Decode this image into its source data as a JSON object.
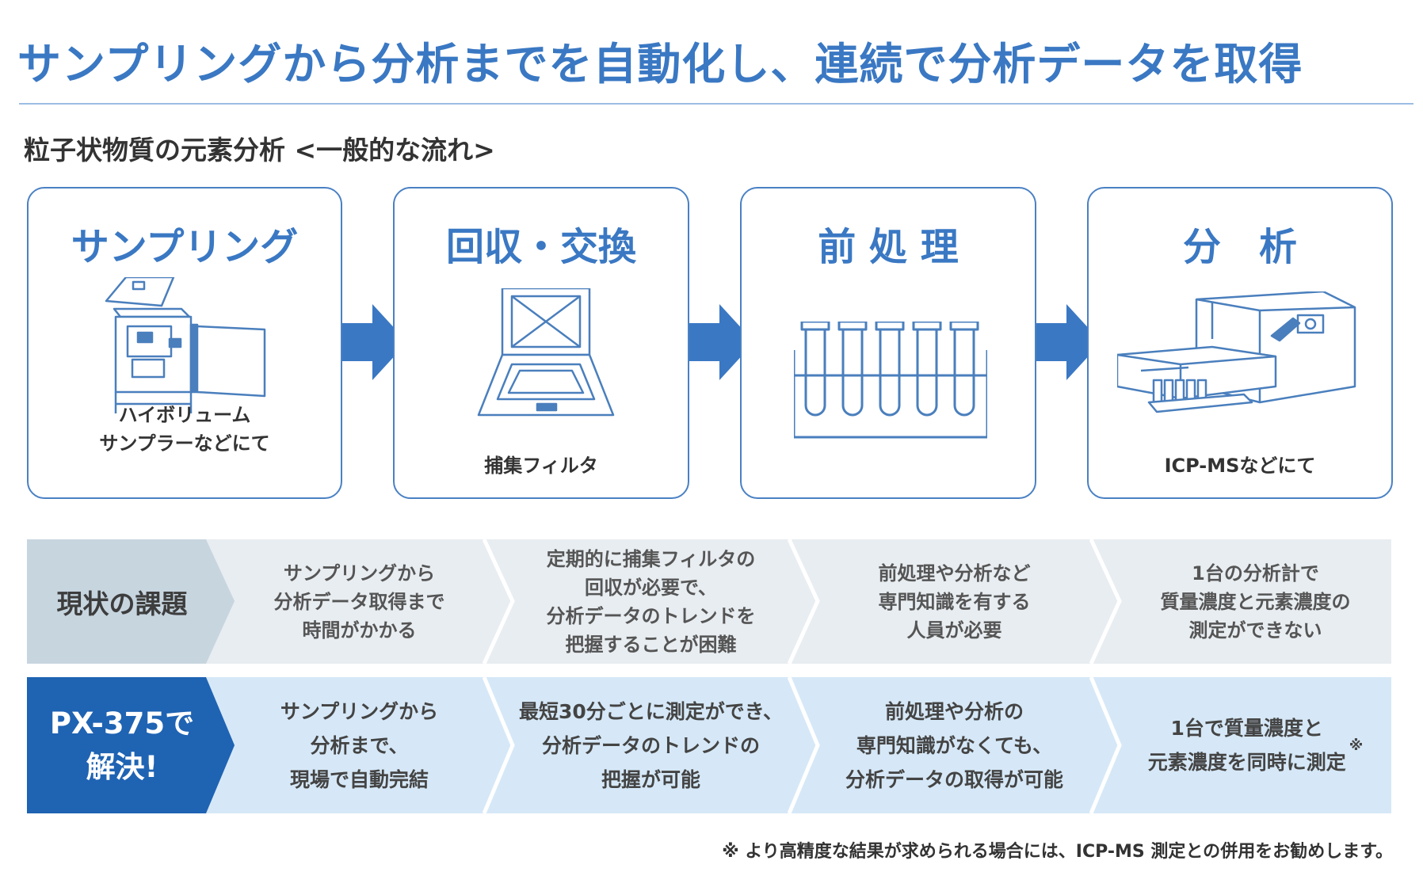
{
  "page": {
    "title": "サンプリングから分析までを自動化し、連続で分析データを取得",
    "subtitle": "粒子状物質の元素分析 <一般的な流れ>"
  },
  "flow": {
    "steps": [
      {
        "title": "サンプリング",
        "caption": "ハイボリューム\nサンプラーなどにて",
        "icon": "high-volume-sampler-icon"
      },
      {
        "title": "回収・交換",
        "caption": "捕集フィルタ",
        "icon": "filter-holder-icon"
      },
      {
        "title": "前 処 理",
        "caption": "",
        "icon": "test-tubes-icon"
      },
      {
        "title": "分　析",
        "caption": "ICP-MSなどにて",
        "icon": "icp-ms-instrument-icon"
      }
    ]
  },
  "issues": {
    "label": "現状の課題",
    "cells": [
      "サンプリングから\n分析データ取得まで\n時間がかかる",
      "定期的に捕集フィルタの\n回収が必要で、\n分析データのトレンドを\n把握することが困難",
      "前処理や分析など\n専門知識を有する\n人員が必要",
      "1台の分析計で\n質量濃度と元素濃度の\n測定ができない"
    ]
  },
  "solutions": {
    "label": "PX-375で\n解決!",
    "cells": [
      "サンプリングから\n分析まで、\n現場で自動完結",
      "最短30分ごとに測定ができ、\n分析データのトレンドの\n把握が可能",
      "前処理や分析の\n専門知識がなくても、\n分析データの取得が可能",
      "1台で質量濃度と\n元素濃度を同時に測定"
    ],
    "last_cell_mark": "※"
  },
  "footnote": "※ より高精度な結果が求められる場合には、ICP-MS 測定との併用をお勧めします。",
  "colors": {
    "accent": "#3a78c3",
    "card_border": "#4a81c4",
    "issue_label_bg": "#c7d5df",
    "issue_bg": "#e8edf1",
    "solution_label_bg": "#1f63b3",
    "solution_bg": "#d6e8f7"
  }
}
